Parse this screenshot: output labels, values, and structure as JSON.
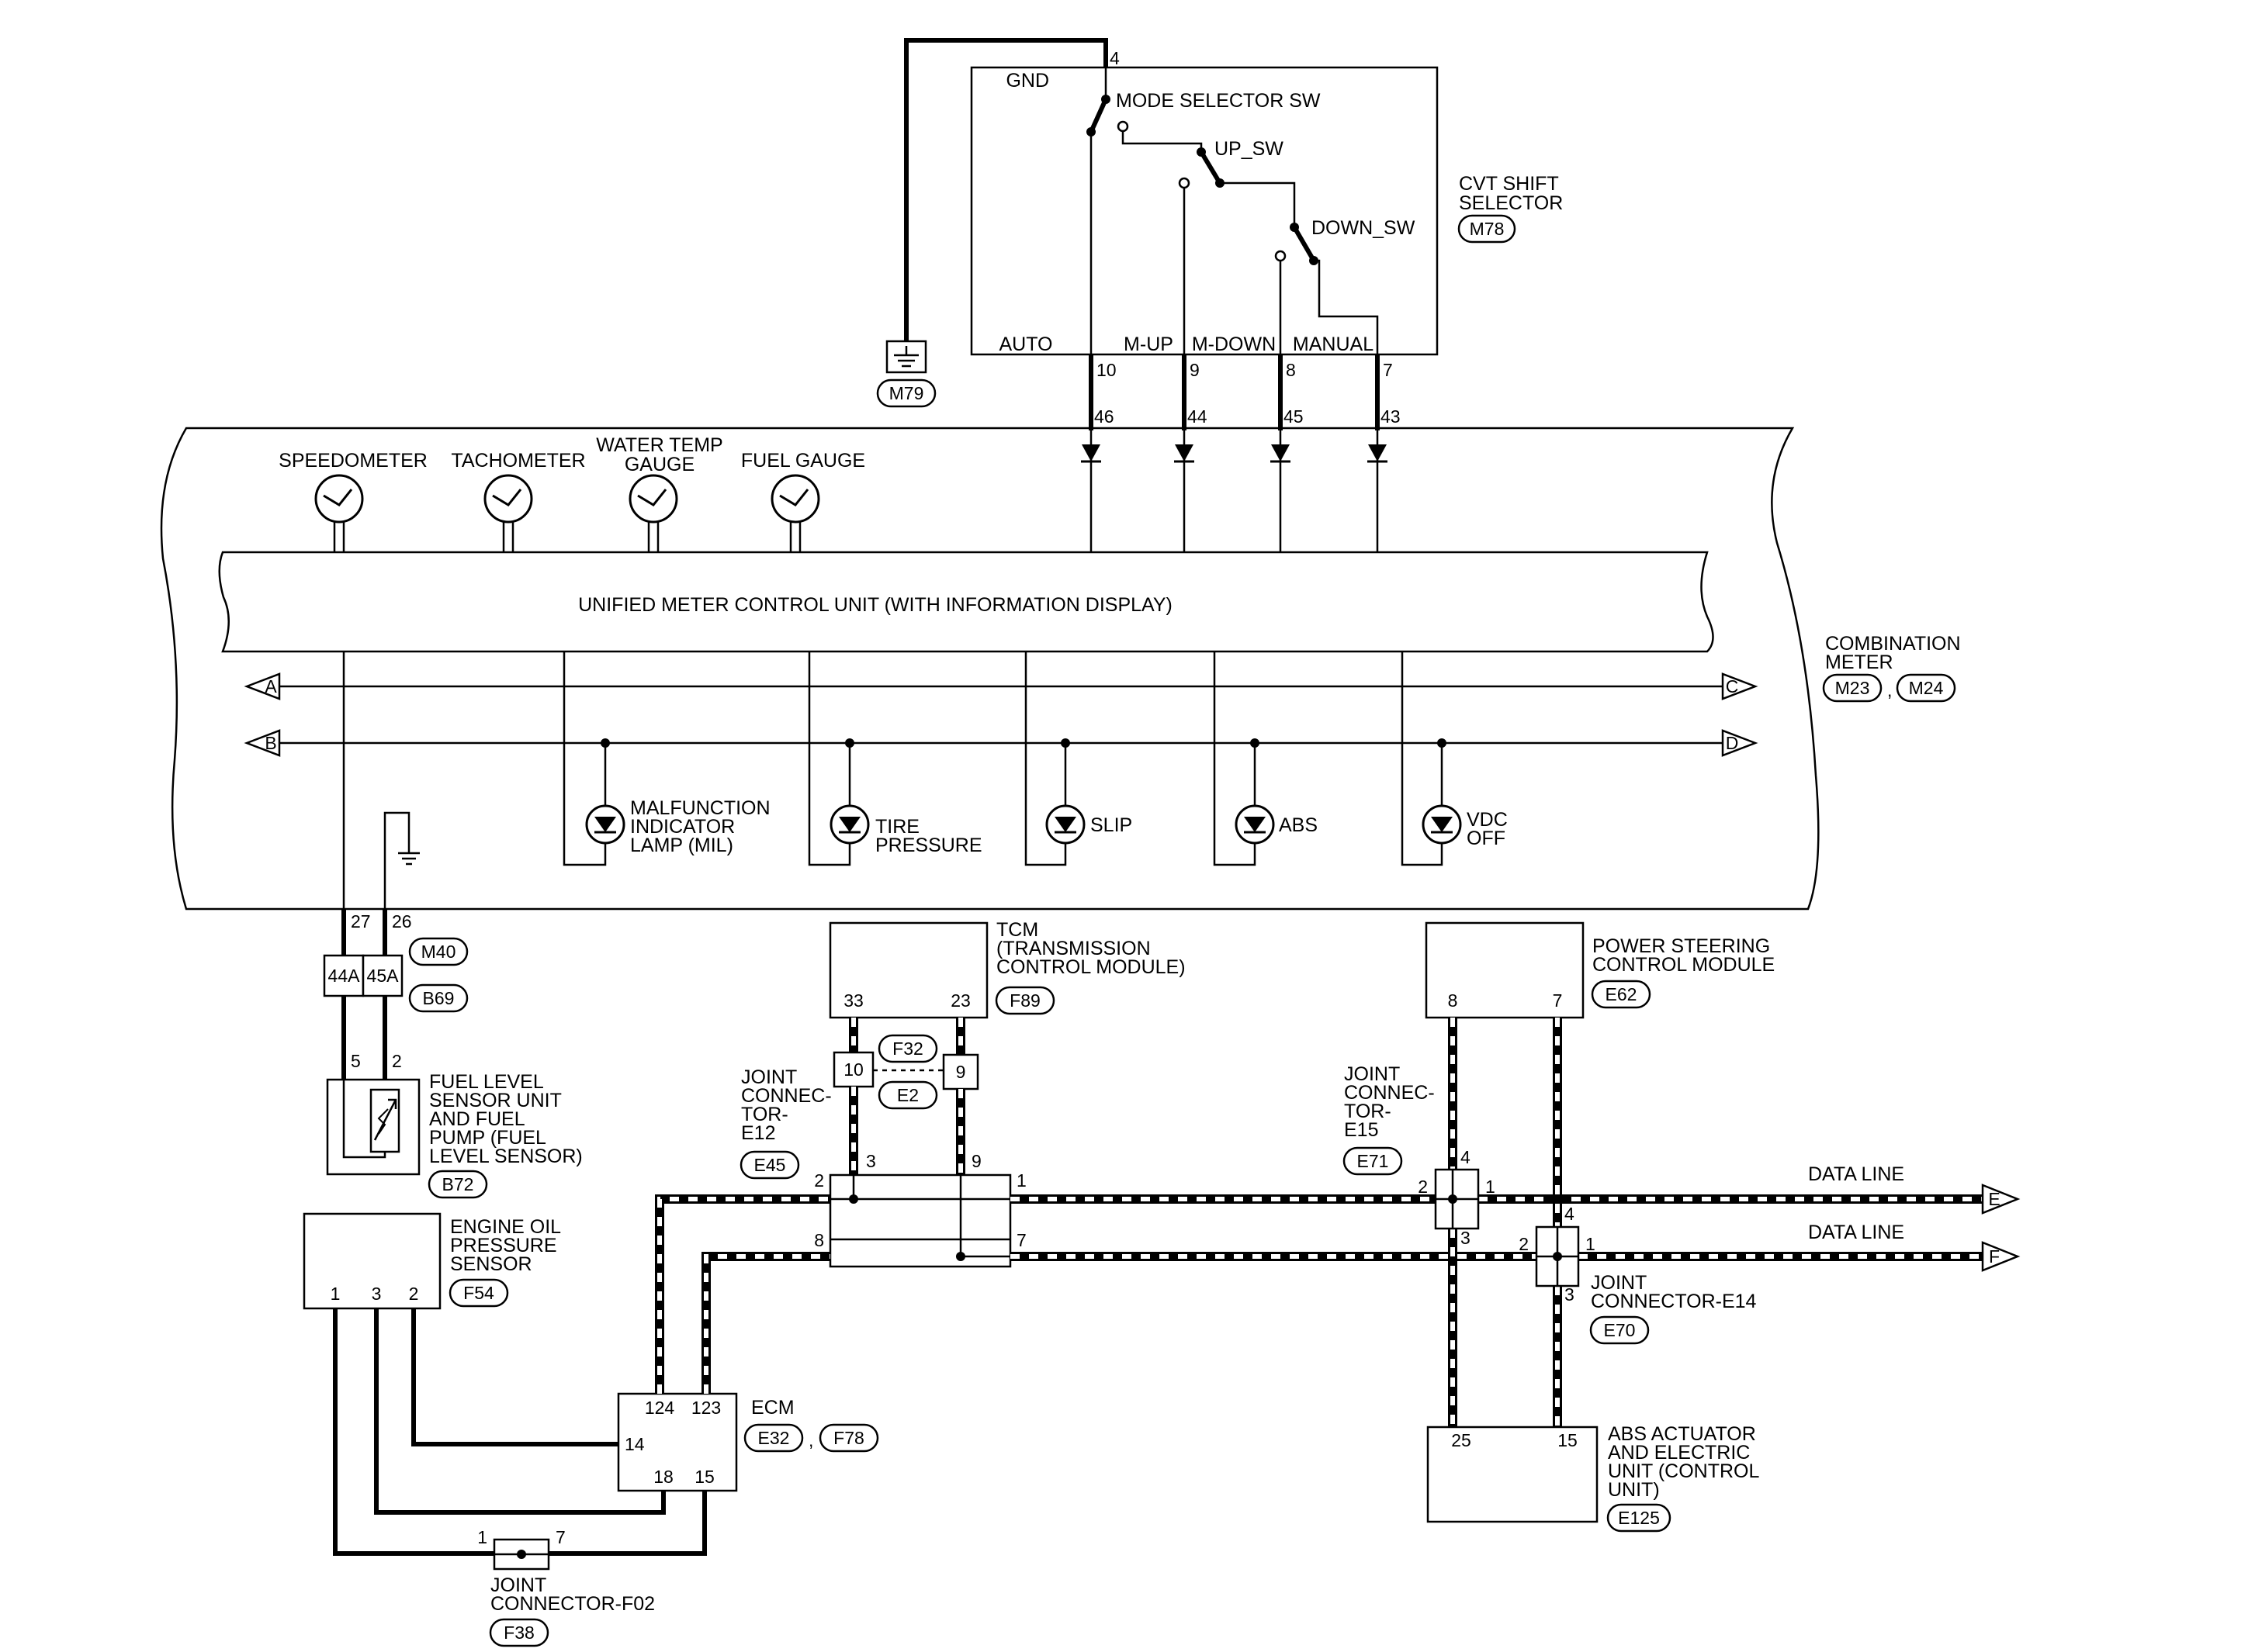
{
  "cvt_selector": {
    "title_line1": "CVT SHIFT",
    "title_line2": "SELECTOR",
    "connector": "M78",
    "gnd_label": "GND",
    "gnd_pin": "4",
    "mode_sw": "MODE SELECTOR SW",
    "up_sw": "UP_SW",
    "down_sw": "DOWN_SW",
    "pins": [
      {
        "name": "AUTO",
        "pin": "10",
        "meter_pin": "46"
      },
      {
        "name": "M-UP",
        "pin": "9",
        "meter_pin": "44"
      },
      {
        "name": "M-DOWN",
        "pin": "8",
        "meter_pin": "45"
      },
      {
        "name": "MANUAL",
        "pin": "7",
        "meter_pin": "43"
      }
    ]
  },
  "ground_connector": "M79",
  "combination_meter": {
    "title_line1": "COMBINATION",
    "title_line2": "METER",
    "connectors": [
      "M23",
      "M24"
    ],
    "separator": ",",
    "gauges": [
      "SPEEDOMETER",
      "TACHOMETER",
      "WATER TEMP",
      "GAUGE",
      "FUEL GAUGE"
    ],
    "control_unit": "UNIFIED METER CONTROL UNIT (WITH INFORMATION DISPLAY)",
    "arrows": [
      "A",
      "B",
      "C",
      "D"
    ],
    "lamps": {
      "mil": [
        "MALFUNCTION",
        "INDICATOR",
        "LAMP (MIL)"
      ],
      "tire": [
        "TIRE",
        "PRESSURE"
      ],
      "slip": "SLIP",
      "abs": "ABS",
      "vdc": [
        "VDC",
        "OFF"
      ]
    },
    "out_pins": [
      "27",
      "26"
    ]
  },
  "fuel": {
    "conn_upper": "M40",
    "conn_lower": "B69",
    "pin_a": "44A",
    "pin_b": "45A",
    "sensor_pins": [
      "5",
      "2"
    ],
    "label": [
      "FUEL LEVEL",
      "SENSOR UNIT",
      "AND FUEL",
      "PUMP (FUEL",
      "LEVEL SENSOR)"
    ],
    "connector": "B72"
  },
  "tcm": {
    "label": [
      "TCM",
      "(TRANSMISSION",
      "CONTROL MODULE)"
    ],
    "connector": "F89",
    "pins": [
      "33",
      "23"
    ]
  },
  "link": {
    "pins": [
      "10",
      "9"
    ],
    "upper": "F32",
    "lower": "E2"
  },
  "jc_e12": {
    "label": [
      "JOINT",
      "CONNEC-",
      "TOR-",
      "E12"
    ],
    "connector": "E45",
    "pins": [
      "2",
      "3",
      "9",
      "1",
      "8",
      "7"
    ]
  },
  "pscm": {
    "label": [
      "POWER STEERING",
      "CONTROL MODULE"
    ],
    "connector": "E62",
    "pins": [
      "8",
      "7"
    ]
  },
  "jc_e15": {
    "label": [
      "JOINT",
      "CONNEC-",
      "TOR-",
      "E15"
    ],
    "connector": "E71",
    "pins": [
      "4",
      "2",
      "1",
      "3"
    ]
  },
  "jc_e14": {
    "label": [
      "JOINT",
      "CONNECTOR-E14"
    ],
    "connector": "E70",
    "pins": [
      "4",
      "2",
      "1",
      "3"
    ]
  },
  "data_line": {
    "label": "DATA LINE",
    "arrows": [
      "E",
      "F"
    ]
  },
  "oil": {
    "label": [
      "ENGINE OIL",
      "PRESSURE",
      "SENSOR"
    ],
    "connector": "F54",
    "pins": [
      "1",
      "3",
      "2"
    ]
  },
  "ecm": {
    "label": "ECM",
    "connectors": [
      "E32",
      "F78"
    ],
    "separator": ",",
    "pins": [
      "124",
      "123",
      "14",
      "18",
      "15"
    ]
  },
  "jc_f02": {
    "label": [
      "JOINT",
      "CONNECTOR-F02"
    ],
    "connector": "F38",
    "pins": [
      "1",
      "7"
    ]
  },
  "abs": {
    "label": [
      "ABS ACTUATOR",
      "AND ELECTRIC",
      "UNIT (CONTROL",
      "UNIT)"
    ],
    "connector": "E125",
    "pins": [
      "25",
      "15"
    ]
  }
}
